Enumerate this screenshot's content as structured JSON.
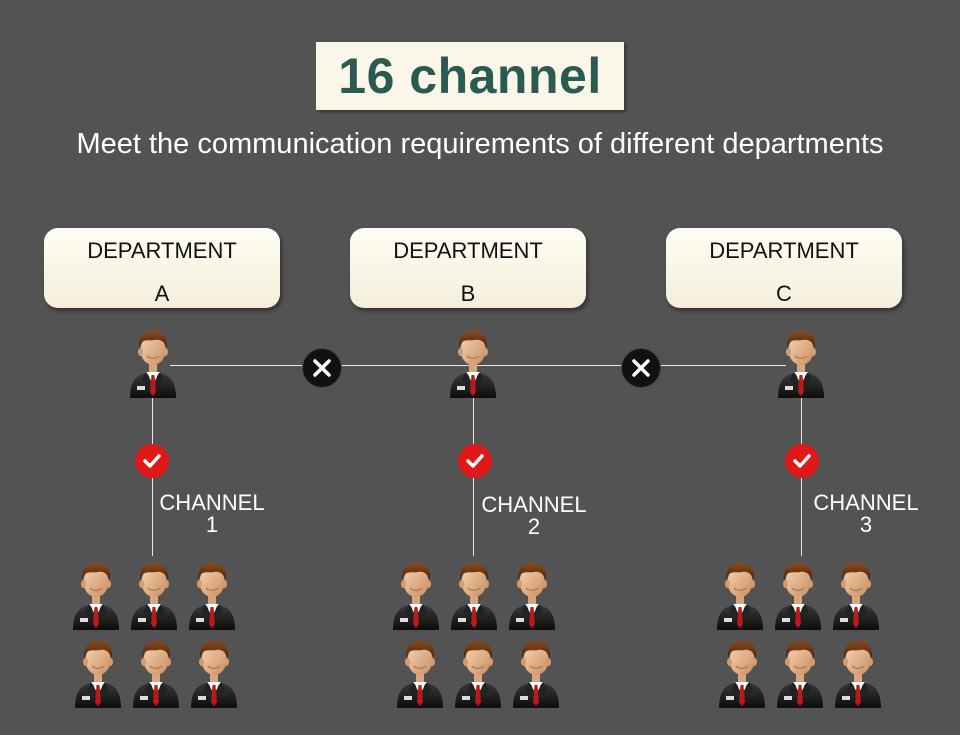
{
  "title": "16 channel",
  "subtitle": "Meet the communication requirements of different departments",
  "departments": [
    {
      "line1": "DEPARTMENT",
      "line2": "A"
    },
    {
      "line1": "DEPARTMENT",
      "line2": "B"
    },
    {
      "line1": "DEPARTMENT",
      "line2": "C"
    }
  ],
  "channels": [
    {
      "line1": "CHANNEL",
      "line2": "1"
    },
    {
      "line1": "CHANNEL",
      "line2": "2"
    },
    {
      "line1": "CHANNEL",
      "line2": "3"
    }
  ],
  "icons": {
    "blocked": "x-icon",
    "allowed": "checkmark-icon",
    "person": "businessman-icon"
  },
  "colors": {
    "background": "#535353",
    "title_text": "#2a5a52",
    "title_box": "#faf6e8",
    "check": "#e01818",
    "blocked": "#111111"
  }
}
